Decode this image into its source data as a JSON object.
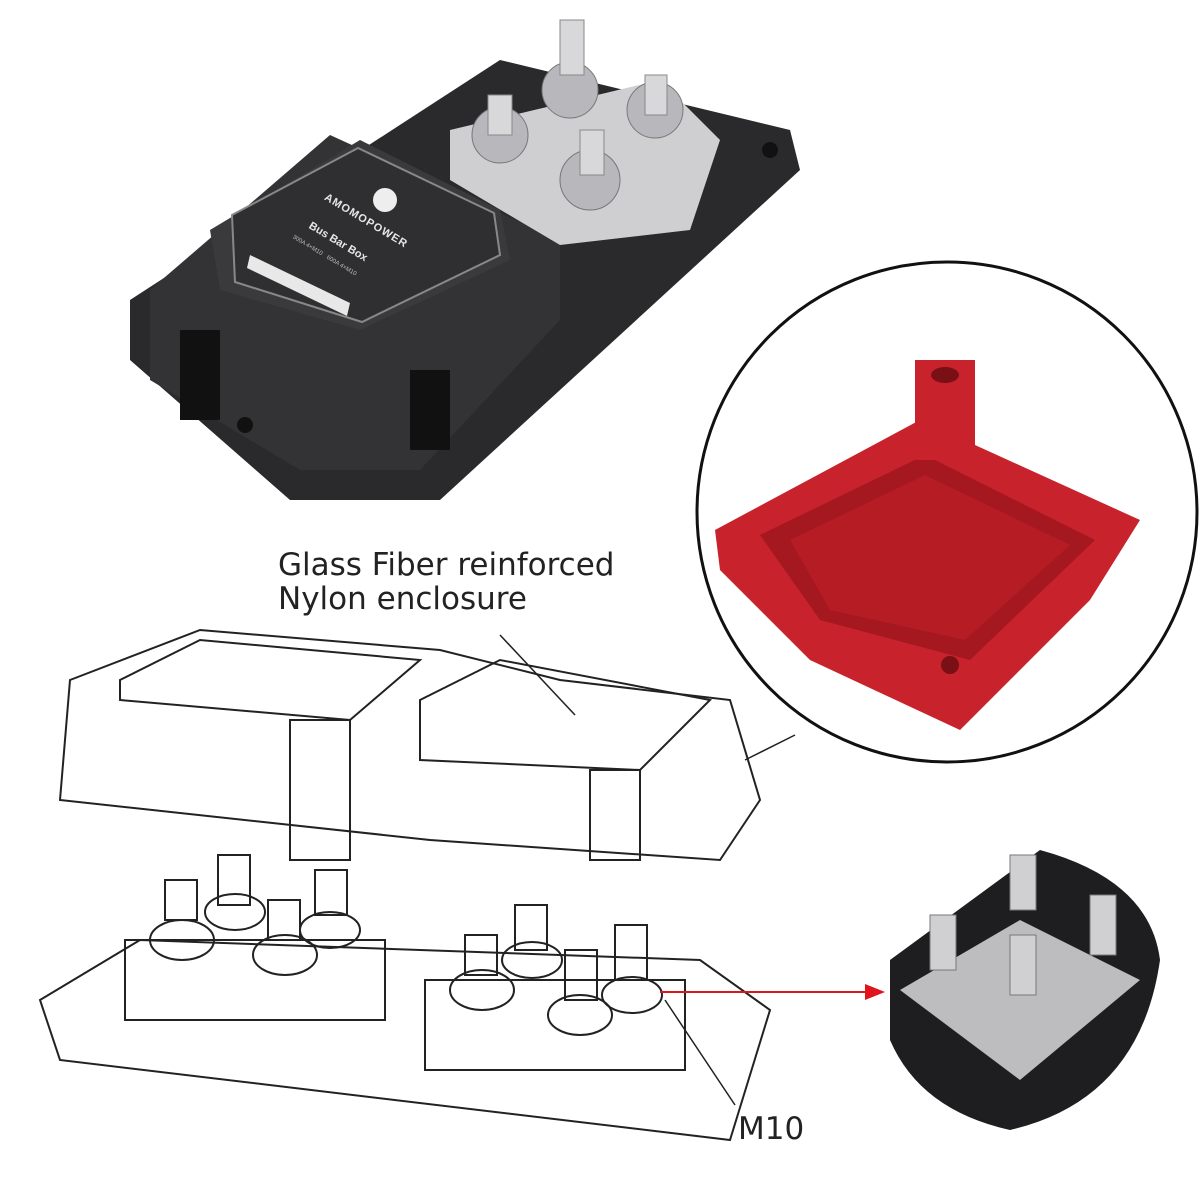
{
  "product_label": {
    "brand": "AMOMOPOWER",
    "title": "Bus Bar Box",
    "options": [
      "300A 4×M10",
      "600A 4×M10"
    ]
  },
  "callouts": {
    "enclosure_line1": "Glass Fiber reinforced",
    "enclosure_line2": "Nylon enclosure",
    "stud": "M10"
  },
  "colors": {
    "housing": "#2b2b2d",
    "cover": "#c8222c",
    "arrow": "#e0141c",
    "metal": "#c9c9cc"
  }
}
